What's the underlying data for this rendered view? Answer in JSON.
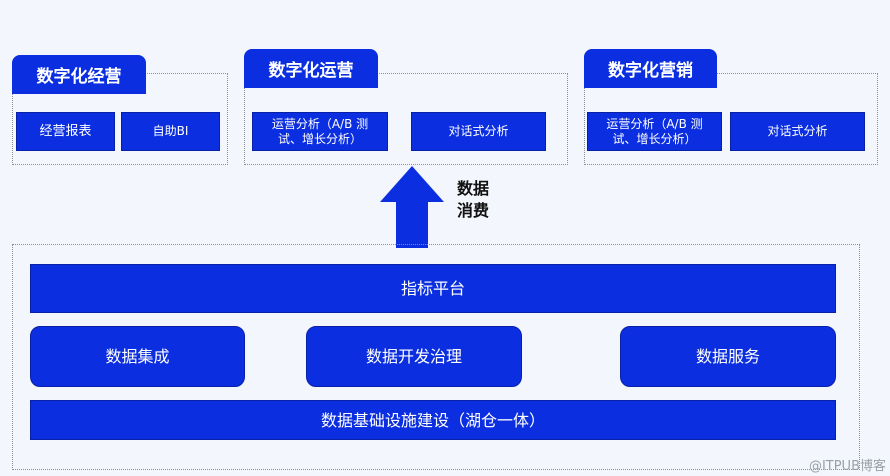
{
  "top_panels": [
    {
      "title": "数字化经营",
      "items": [
        "经营报表",
        "自助BI"
      ]
    },
    {
      "title": "数字化运营",
      "items": [
        "运营分析（A/B 测试、增长分析）",
        "对话式分析"
      ]
    },
    {
      "title": "数字化营销",
      "items": [
        "运营分析（A/B 测试、增长分析）",
        "对话式分析"
      ]
    }
  ],
  "arrow_label": {
    "line1": "数据",
    "line2": "消费"
  },
  "platform": {
    "metric_bar": "指标平台",
    "modules": [
      "数据集成",
      "数据开发治理",
      "数据服务"
    ],
    "foundation": "数据基础设施建设（湖仓一体）"
  },
  "watermark": "@ITPUB博客",
  "colors": {
    "accent": "#0b2fe0",
    "background": "#f3f6fc"
  }
}
